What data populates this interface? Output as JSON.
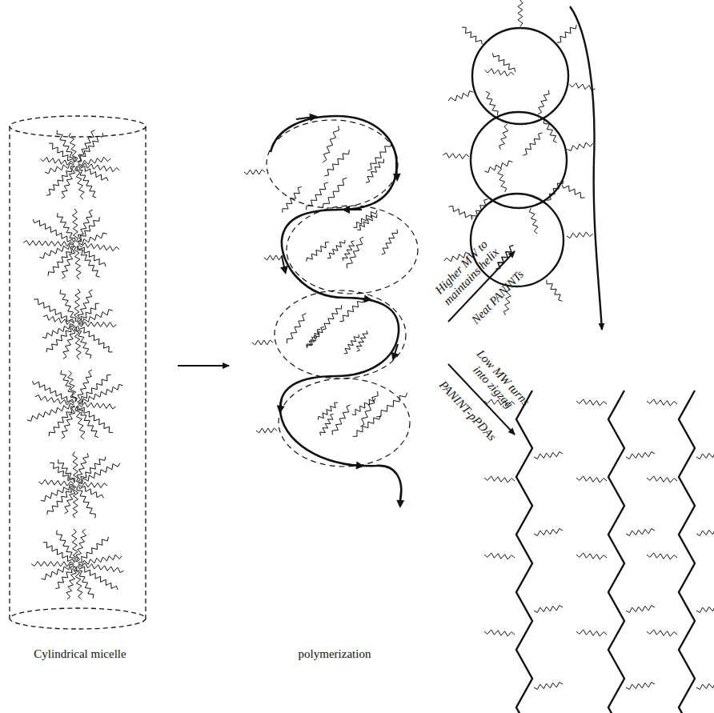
{
  "diagram": {
    "labels": [
      "Cylindrical micelle",
      "polymerization",
      "Higher MW to maintains helix",
      "Neat PANINTs",
      "Low MW turns into zigzag",
      "PANINT-pPDAs"
    ]
  }
}
